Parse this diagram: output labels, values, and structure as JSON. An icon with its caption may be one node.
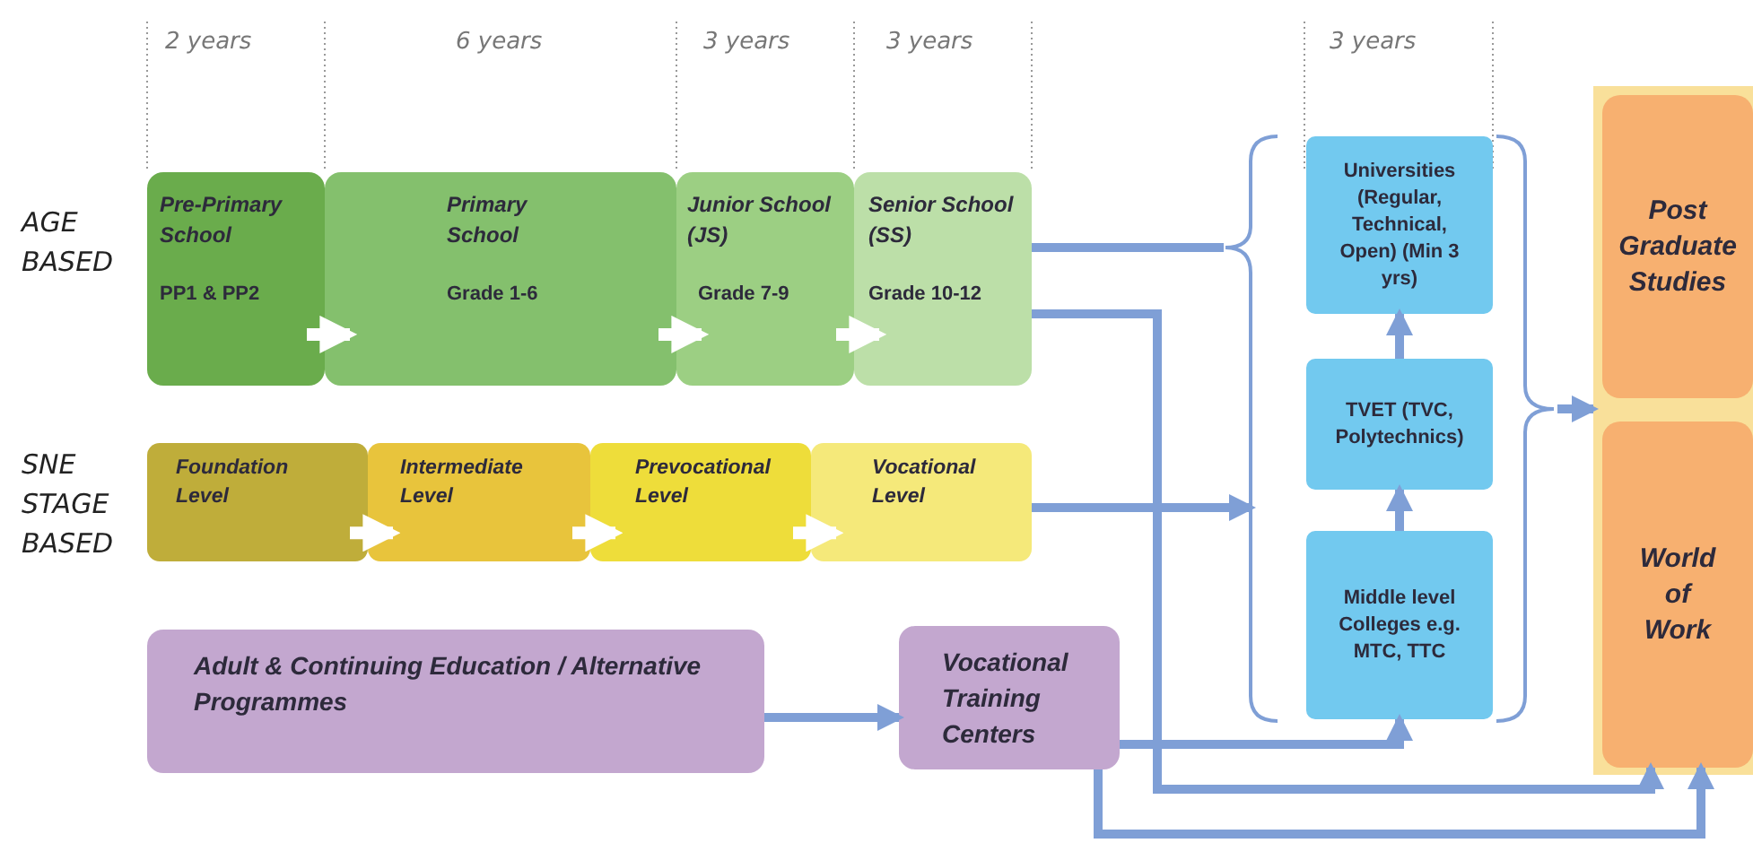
{
  "diagram": {
    "nodes": [
      {
        "text": [
          "Pre-Primary School",
          "PP1 & PP2"
        ]
      },
      {
        "text": [
          "Primary School",
          "Grade 1-6"
        ]
      },
      {
        "text": [
          "Junior School (JS)",
          "Grade 7-9"
        ]
      },
      {
        "text": [
          "Senior School (SS)",
          "Grade 10-12"
        ]
      },
      {
        "text": [
          "Foundation Level"
        ]
      },
      {
        "text": [
          "Intermediate Level"
        ]
      },
      {
        "text": [
          "Prevocational Level"
        ]
      },
      {
        "text": [
          "Vocational Level"
        ]
      },
      {
        "text": [
          "Adult & Continuing Education / Alternative Programmes"
        ]
      },
      {
        "text": [
          "Vocational Training Centers"
        ]
      },
      {
        "text": [],
        "shape": "bracket"
      },
      {
        "text": [
          "Universities (Regular, Technical, Open) (Min 3 yrs)"
        ],
        "in": 10
      },
      {
        "text": [
          "TVET (TVC, Polytechnics)"
        ],
        "in": 10
      },
      {
        "text": [
          "Middle level Colleges e.g. MTC, TTC"
        ],
        "in": 10
      },
      {
        "text": [],
        "shape": "box"
      },
      {
        "text": [
          "Post Graduate Studies"
        ],
        "in": 14
      },
      {
        "text": [
          "World of Work"
        ],
        "in": 14
      }
    ],
    "edges": [
      {
        "from": 0,
        "to": 1,
        "arrow": "to",
        "color": "#ffffff"
      },
      {
        "from": 1,
        "to": 2,
        "arrow": "to",
        "color": "#ffffff"
      },
      {
        "from": 2,
        "to": 3,
        "arrow": "to",
        "color": "#ffffff"
      },
      {
        "from": 4,
        "to": 5,
        "arrow": "to",
        "color": "#ffffff"
      },
      {
        "from": 5,
        "to": 6,
        "arrow": "to",
        "color": "#ffffff"
      },
      {
        "from": 6,
        "to": 7,
        "arrow": "to",
        "color": "#ffffff"
      },
      {
        "from": 3,
        "to": 10,
        "arrow": "none"
      },
      {
        "from": 3,
        "to": 16,
        "arrow": "to"
      },
      {
        "from": 7,
        "to": 10,
        "arrow": "to"
      },
      {
        "from": 8,
        "to": 9,
        "arrow": "to"
      },
      {
        "from": 9,
        "to": 13,
        "arrow": "to"
      },
      {
        "from": 9,
        "to": 16,
        "arrow": "to"
      },
      {
        "from": 13,
        "to": 12,
        "arrow": "to"
      },
      {
        "from": 12,
        "to": 11,
        "arrow": "to"
      },
      {
        "from": 10,
        "to": 14,
        "arrow": "to"
      }
    ],
    "labels": [
      "2 years",
      "6 years",
      "3 years",
      "3 years",
      "3 years",
      "AGE BASED",
      "SNE STAGE BASED"
    ]
  }
}
